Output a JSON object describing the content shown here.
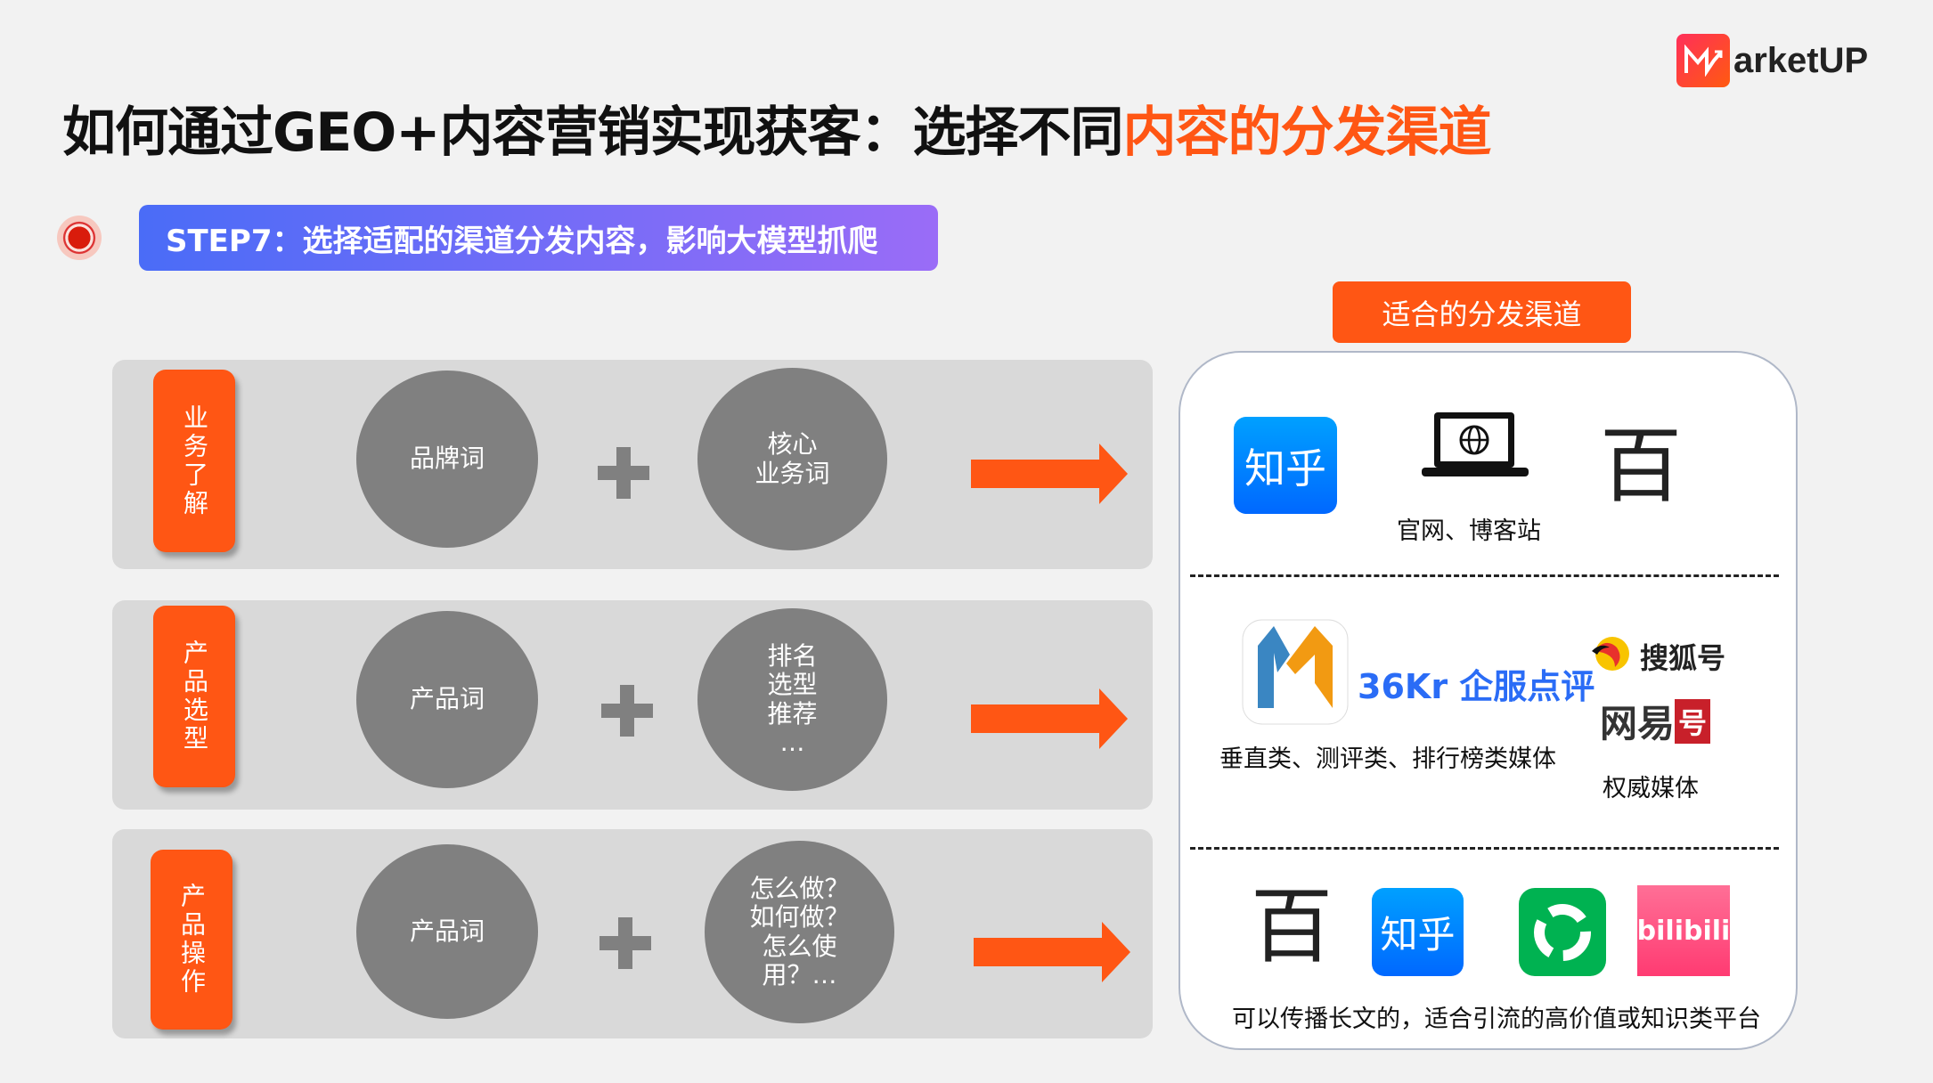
{
  "title": {
    "main": "如何通过GEO+内容营销实现获客：选择不同",
    "highlight": "内容的分发渠道"
  },
  "logo": {
    "text": "arketUP",
    "mark": "M"
  },
  "step": {
    "label": "STEP7：选择适配的渠道分发内容，影响大模型抓爬"
  },
  "rows": [
    {
      "label": "业务了解",
      "left": "品牌词",
      "right": "核心\n业务词"
    },
    {
      "label": "产品选型",
      "left": "产品词",
      "right": "排名\n选型\n推荐\n…"
    },
    {
      "label": "产品操作",
      "left": "产品词",
      "right": "怎么做？\n如何做？\n怎么使\n用？…"
    }
  ],
  "channels": {
    "header": "适合的分发渠道",
    "section1": {
      "zhihu": "知乎",
      "caption": "官网、博客站",
      "baijia": "百"
    },
    "section2": {
      "kr": "36Kr 企服点评",
      "sohu": "搜狐号",
      "netease": "网易",
      "netease_badge": "号",
      "caption_left": "垂直类、测评类、排行榜类媒体",
      "caption_right": "权威媒体"
    },
    "section3": {
      "baijia": "百",
      "zhihu": "知乎",
      "bilibili": "bilibili",
      "caption": "可以传播长文的，适合引流的高价值或知识类平台"
    }
  },
  "colors": {
    "accent": "#ff5614",
    "banner_start": "#4a6cf7",
    "banner_end": "#9a6cf7",
    "ellipse": "#808080"
  }
}
